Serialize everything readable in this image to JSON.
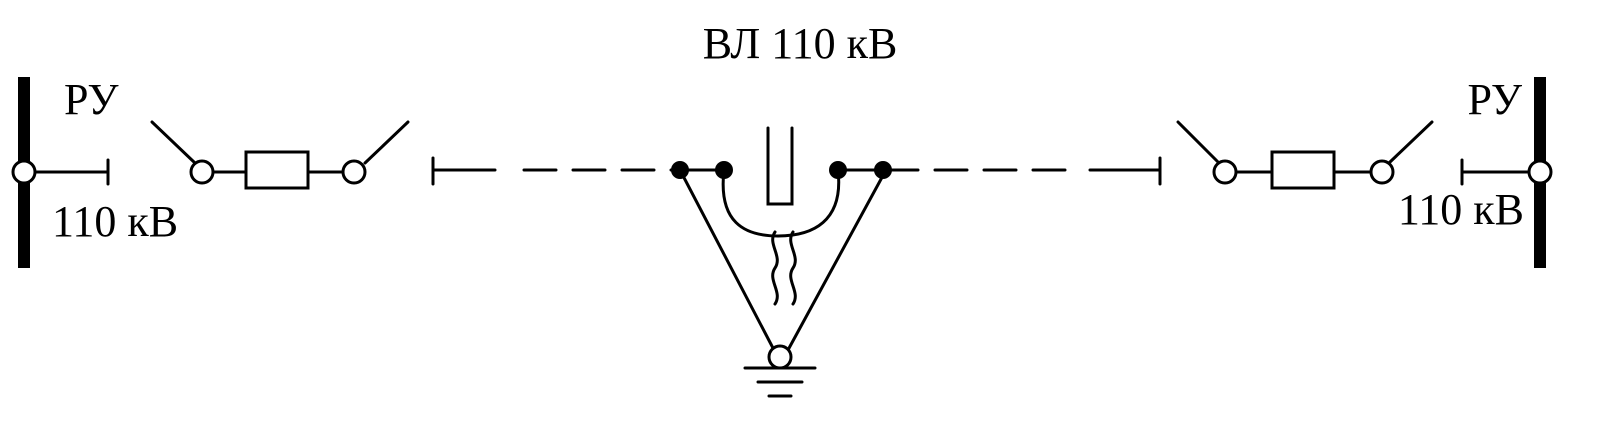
{
  "diagram": {
    "line_label": "ВЛ 110 кВ",
    "left_substation": {
      "name": "РУ",
      "voltage": "110 кВ"
    },
    "right_substation": {
      "name": "РУ",
      "voltage": "110 кВ"
    }
  },
  "colors": {
    "ink": "#000000",
    "background": "#ffffff"
  }
}
